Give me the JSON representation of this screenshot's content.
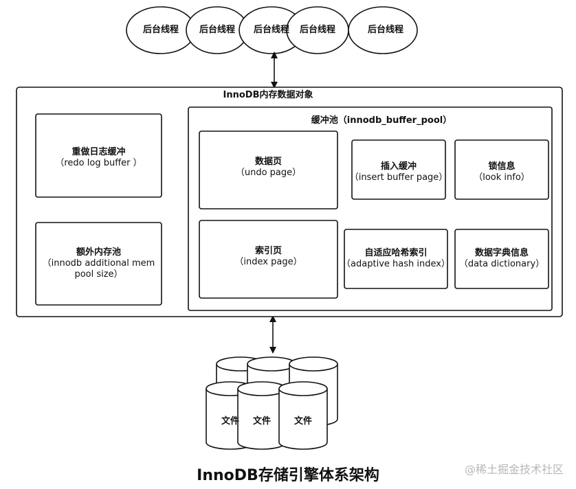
{
  "threads": [
    "后台线程",
    "后台线程",
    "后台线程",
    "后台线程",
    "后台线程"
  ],
  "memory": {
    "title": "InnoDB内存数据对象",
    "redo": {
      "name": "重做日志缓冲",
      "en": "（redo log buffer ）"
    },
    "extra": {
      "name": "额外内存池",
      "en": "（innodb additional mem",
      "en2": "pool size）"
    },
    "pool": {
      "title": "缓冲池（innodb_buffer_pool）",
      "data_page": {
        "name": "数据页",
        "en": "（undo page）"
      },
      "index_page": {
        "name": "索引页",
        "en": "（index page）"
      },
      "insert_buffer": {
        "name": "插入缓冲",
        "en": "（insert buffer page）"
      },
      "lock_info": {
        "name": "锁信息",
        "en": "（look info）"
      },
      "adaptive_hash": {
        "name": "自适应哈希索引",
        "en": "（adaptive hash index）"
      },
      "data_dictionary": {
        "name": "数据字典信息",
        "en": "（data dictionary）"
      }
    }
  },
  "files": [
    "文件",
    "文件",
    "文件"
  ],
  "caption": "InnoDB存储引擎体系架构",
  "watermark": "@稀土掘金技术社区"
}
